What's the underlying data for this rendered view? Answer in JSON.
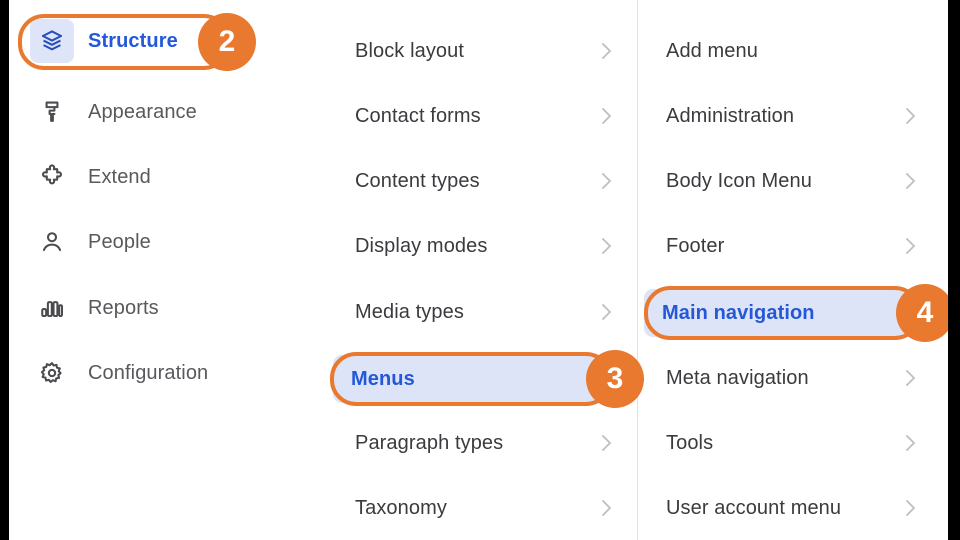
{
  "theme": {
    "accent_orange": "#e8792f",
    "selected_blue_text": "#2458d8",
    "selected_row_bg": "#dde4f7",
    "label_gray": "#3b3b3f",
    "letterbox": "#000000"
  },
  "sidebar": {
    "name": "admin-toolbar",
    "items": [
      {
        "label": "Structure",
        "icon": "layers-icon",
        "selected": true
      },
      {
        "label": "Appearance",
        "icon": "brush-icon",
        "selected": false
      },
      {
        "label": "Extend",
        "icon": "puzzle-icon",
        "selected": false
      },
      {
        "label": "People",
        "icon": "person-icon",
        "selected": false
      },
      {
        "label": "Reports",
        "icon": "bar-chart-icon",
        "selected": false
      },
      {
        "label": "Configuration",
        "icon": "gear-icon",
        "selected": false
      }
    ]
  },
  "structure_menu": {
    "name": "structure-submenu",
    "items": [
      {
        "label": "Block layout",
        "chevron": true,
        "selected": false
      },
      {
        "label": "Contact forms",
        "chevron": true,
        "selected": false
      },
      {
        "label": "Content types",
        "chevron": true,
        "selected": false
      },
      {
        "label": "Display modes",
        "chevron": true,
        "selected": false
      },
      {
        "label": "Media types",
        "chevron": true,
        "selected": false
      },
      {
        "label": "Menus",
        "chevron": false,
        "selected": true
      },
      {
        "label": "Paragraph types",
        "chevron": true,
        "selected": false
      },
      {
        "label": "Taxonomy",
        "chevron": true,
        "selected": false
      }
    ]
  },
  "menus_menu": {
    "name": "menus-submenu",
    "items": [
      {
        "label": "Add menu",
        "chevron": false,
        "selected": false
      },
      {
        "label": "Administration",
        "chevron": true,
        "selected": false
      },
      {
        "label": "Body Icon Menu",
        "chevron": true,
        "selected": false
      },
      {
        "label": "Footer",
        "chevron": true,
        "selected": false
      },
      {
        "label": "Main navigation",
        "chevron": false,
        "selected": true
      },
      {
        "label": "Meta navigation",
        "chevron": true,
        "selected": false
      },
      {
        "label": "Tools",
        "chevron": true,
        "selected": false
      },
      {
        "label": "User account menu",
        "chevron": true,
        "selected": false
      }
    ]
  },
  "callouts": [
    {
      "number": "2",
      "target": "Structure"
    },
    {
      "number": "3",
      "target": "Menus"
    },
    {
      "number": "4",
      "target": "Main navigation"
    }
  ]
}
